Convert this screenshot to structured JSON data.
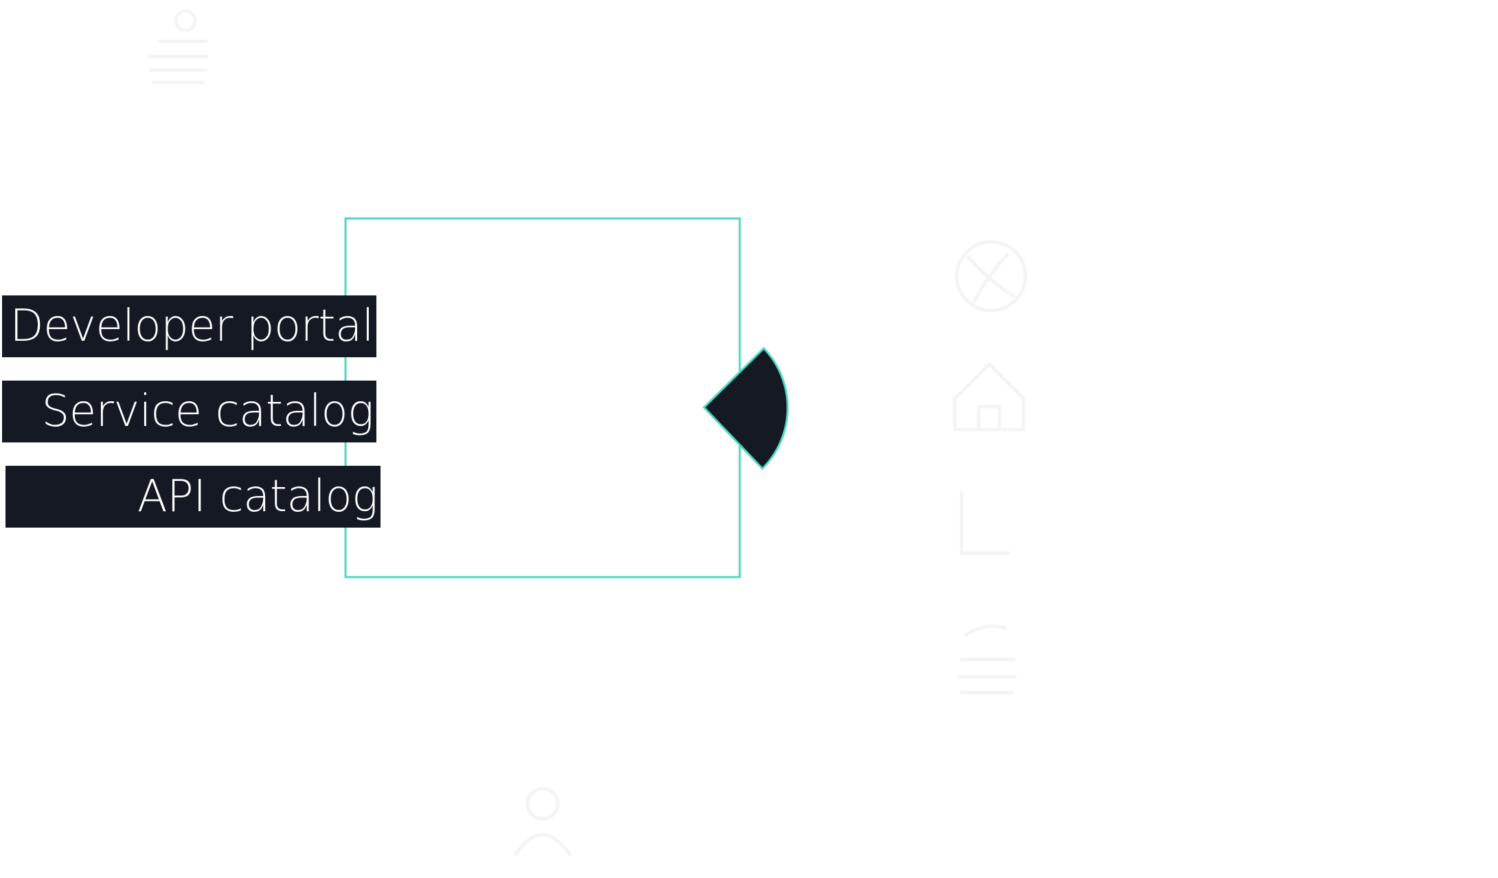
{
  "colors": {
    "background": "#ffffff",
    "accent": "#4fd8bf",
    "dark": "#141923",
    "label_text": "#ffffff",
    "faint_icon": "#f4f4f6"
  },
  "labels": [
    {
      "text": "Developer portal"
    },
    {
      "text": "Service catalog"
    },
    {
      "text": "API catalog"
    }
  ],
  "icons": [
    {
      "name": "stack-icon"
    },
    {
      "name": "globe-icon"
    },
    {
      "name": "house-icon"
    },
    {
      "name": "bracket-icon"
    },
    {
      "name": "list-icon"
    },
    {
      "name": "user-icon"
    }
  ]
}
